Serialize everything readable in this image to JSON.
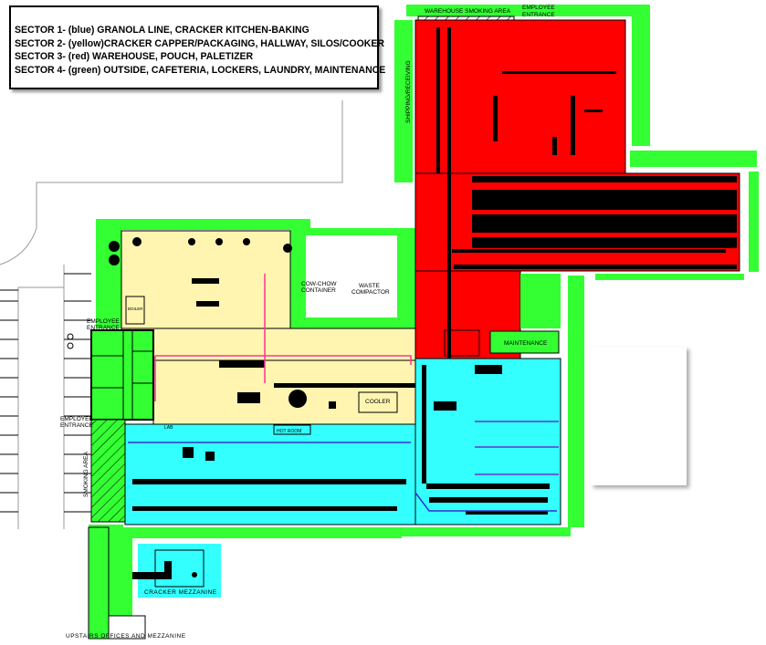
{
  "legend": {
    "lines": [
      "SECTOR 1- (blue) GRANOLA LINE, CRACKER KITCHEN-BAKING",
      "SECTOR 2- (yellow)CRACKER CAPPER/PACKAGING, HALLWAY, SILOS/COOKER",
      "SECTOR 3- (red) WAREHOUSE, POUCH, PALETIZER",
      "SECTOR 4- (green) OUTSIDE, CAFETERIA, LOCKERS, LAUNDRY, MAINTENANCE"
    ]
  },
  "labels": {
    "warehouse_smoking": "WAREHOUSE SMOKING AREA",
    "employee_entrance_top_1": "EMPLOYEE",
    "employee_entrance_top_2": "ENTRANCE",
    "shipping": "SHIPPING/RECEIVING",
    "cow_chow_1": "COW-CHOW",
    "cow_chow_2": "CONTAINER",
    "waste_1": "WASTE",
    "waste_2": "COMPACTOR",
    "maintenance": "MAINTENANCE",
    "cooler": "COOLER",
    "hot_room": "HOT ROOM",
    "lab": "LAB",
    "boiler": "BOILER",
    "employee_entrance_1a": "EMPLOYEE",
    "employee_entrance_1b": "ENTRANCE",
    "employee_entrance_2a": "EMPLOYEE",
    "employee_entrance_2b": "ENTRANCE",
    "smoking_area": "SMOKING AREA",
    "cracker_mezzanine": "CRACKER MEZZANINE",
    "upstairs_offices": "UPSTAIRS OFFICES AND MEZZANINE"
  },
  "colors": {
    "sector1_blue": "#33FFFF",
    "sector2_yellow": "#FFF5B0",
    "sector3_red": "#FF0000",
    "sector4_green": "#33FF33"
  }
}
